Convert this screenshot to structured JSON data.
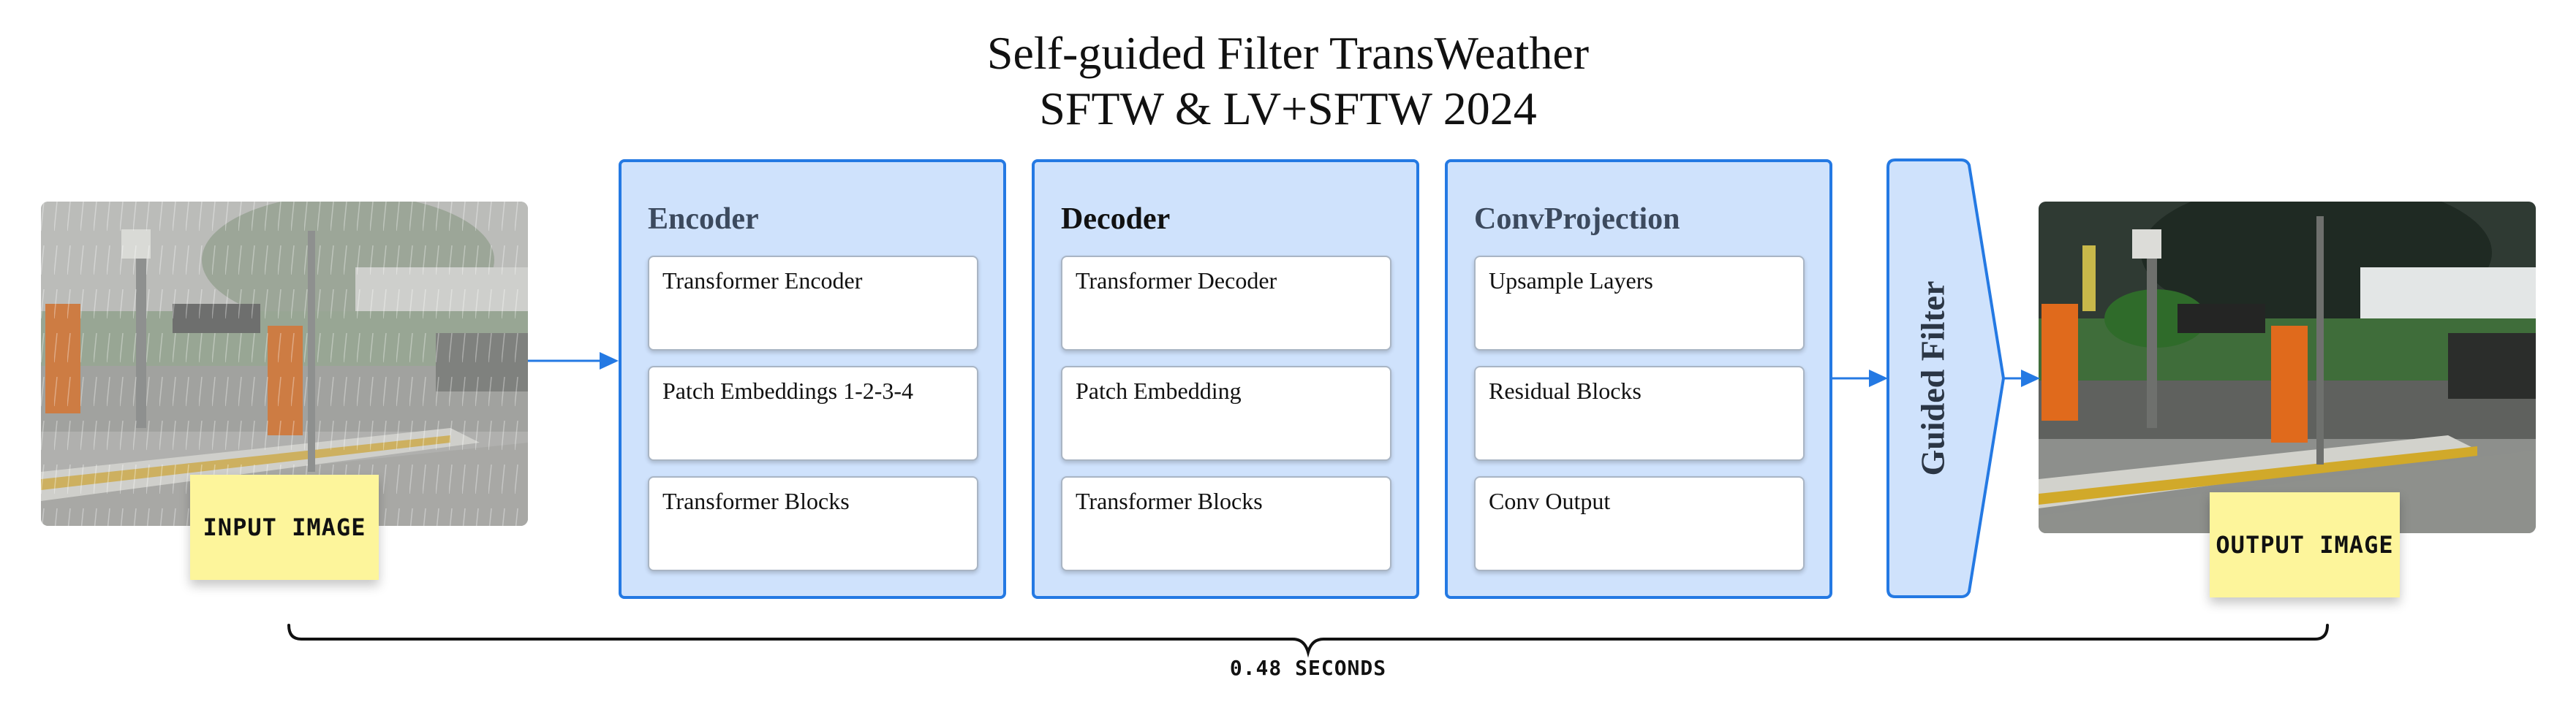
{
  "title": {
    "line1": "Self-guided Filter TransWeather",
    "line2": "SFTW & LV+SFTW 2024"
  },
  "input": {
    "sticky_label": "INPUT IMAGE"
  },
  "output": {
    "sticky_label": "OUTPUT IMAGE"
  },
  "modules": [
    {
      "title": "Encoder",
      "title_color": "#3c4a5e",
      "blocks": [
        "Transformer Encoder",
        "Patch Embeddings 1-2-3-4",
        "Transformer Blocks"
      ]
    },
    {
      "title": "Decoder",
      "title_color": "#111111",
      "blocks": [
        "Transformer Decoder",
        "Patch Embedding",
        "Transformer Blocks"
      ]
    },
    {
      "title": "ConvProjection",
      "title_color": "#3c4a5e",
      "blocks": [
        "Upsample Layers",
        "Residual Blocks",
        "Conv Output"
      ]
    }
  ],
  "guided_filter": {
    "label": "Guided Filter"
  },
  "duration": {
    "label": "0.48 SECONDS"
  },
  "colors": {
    "accent": "#2479e3",
    "module_fill": "#cfe2fc",
    "sticky": "#fdf59b"
  }
}
